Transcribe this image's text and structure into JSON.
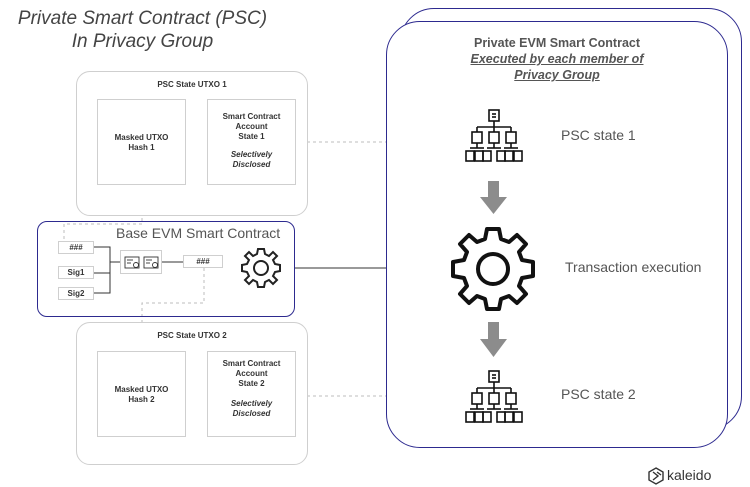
{
  "heading": {
    "line1": "Private Smart Contract (PSC)",
    "line2": "In Privacy Group"
  },
  "utxo1": {
    "title": "PSC State UTXO 1",
    "masked": "Masked UTXO",
    "hash": "Hash 1",
    "account_l1": "Smart Contract",
    "account_l2": "Account",
    "account_l3": "State 1",
    "disc_l1": "Selectively",
    "disc_l2": "Disclosed"
  },
  "utxo2": {
    "title": "PSC State UTXO 2",
    "masked": "Masked UTXO",
    "hash": "Hash 2",
    "account_l1": "Smart Contract",
    "account_l2": "Account",
    "account_l3": "State 2",
    "disc_l1": "Selectively",
    "disc_l2": "Disclosed"
  },
  "base": {
    "title": "Base EVM Smart Contract",
    "hash_in": "###",
    "sig1": "Sig1",
    "sig2": "Sig2",
    "hash_out": "###"
  },
  "private": {
    "title": "Private EVM Smart Contract",
    "sub1": "Executed by each member of",
    "sub2": "Privacy Group",
    "state1": "PSC state 1",
    "exec": "Transaction execution",
    "state2": "PSC state 2"
  },
  "brand": {
    "name": "kaleido"
  },
  "colors": {
    "purple": "#2d2a8f",
    "gray_arrow": "#8c8c8c",
    "border": "#cfcfcf"
  }
}
